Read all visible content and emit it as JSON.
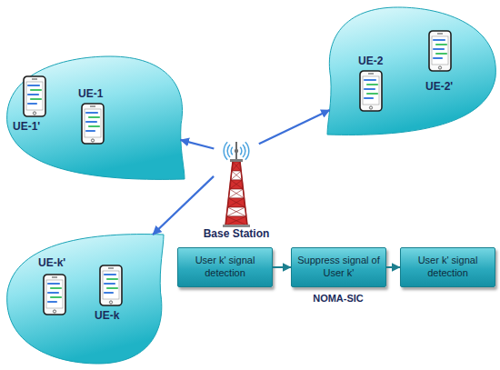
{
  "diagram": {
    "nodes": [
      {
        "text": [
          "UE-1",
          "UE-1'"
        ]
      },
      {
        "text": [
          "UE-2",
          "UE-2'"
        ]
      },
      {
        "text": [
          "Base Station"
        ]
      },
      {
        "text": [
          "UE-k'",
          "UE-k"
        ]
      },
      {
        "text": [
          "User k' signal detection"
        ]
      },
      {
        "text": [
          "Suppress signal of User k'"
        ]
      },
      {
        "text": [
          "User k' signal detection"
        ]
      }
    ],
    "edges": [
      {
        "from": 2,
        "to": 0,
        "arrow": "to"
      },
      {
        "from": 2,
        "to": 1,
        "arrow": "to"
      },
      {
        "from": 2,
        "to": 3,
        "arrow": "to"
      },
      {
        "from": 4,
        "to": 5,
        "arrow": "to"
      },
      {
        "from": 5,
        "to": 6,
        "arrow": "to"
      }
    ],
    "labels": [
      "NOMA-SIC"
    ]
  }
}
